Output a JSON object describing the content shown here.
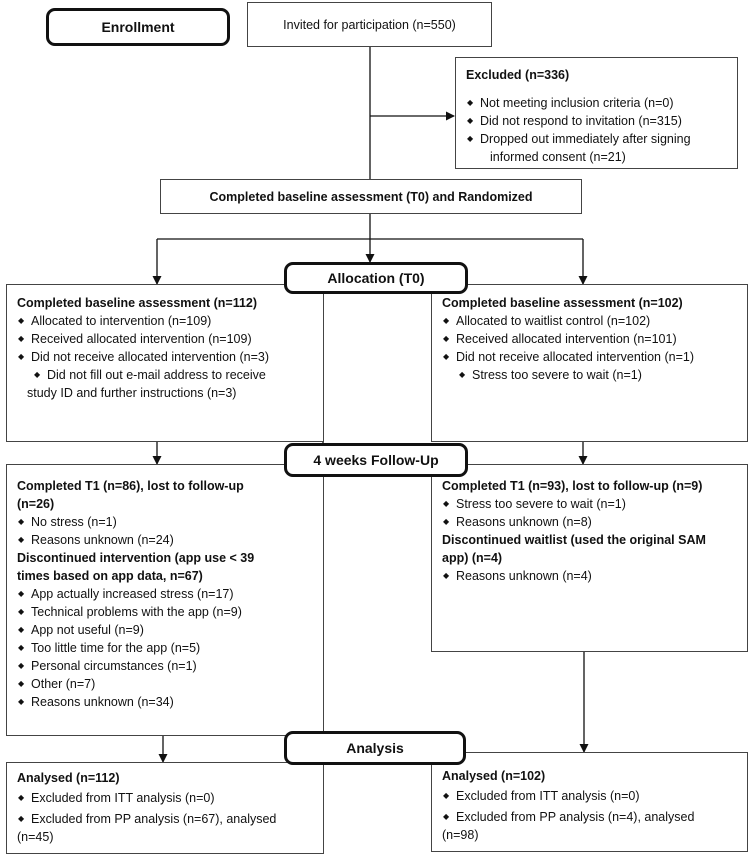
{
  "enrollment": {
    "stage_label": "Enrollment",
    "invited": "Invited for participation (n=550)",
    "excluded": {
      "title": "Excluded  (n=336)",
      "items": [
        "Not meeting inclusion criteria (n=0)",
        "Did not respond to invitation (n=315)",
        "Dropped out immediately after signing",
        "informed consent (n=21)"
      ]
    },
    "baseline": "Completed baseline assessment (T0) and Randomized"
  },
  "allocation": {
    "stage_label": "Allocation (T0)",
    "left": {
      "title": "Completed baseline assessment (n=112)",
      "items": [
        "Allocated to intervention (n=109)",
        "Received allocated intervention (n=109)",
        "Did not receive allocated intervention (n=3)"
      ],
      "sub_items": [
        "Did not fill out e-mail address to receive",
        "study ID and further instructions (n=3)"
      ]
    },
    "right": {
      "title": "Completed baseline assessment (n=102)",
      "items": [
        "Allocated to waitlist control (n=102)",
        "Received allocated intervention (n=101)",
        "Did not receive allocated intervention (n=1)"
      ],
      "sub_items": [
        "Stress too severe to wait (n=1)"
      ]
    }
  },
  "followup": {
    "stage_label": "4 weeks Follow-Up",
    "left": {
      "title_lines": [
        "Completed T1 (n=86), lost to follow-up",
        "(n=26)"
      ],
      "items": [
        "No stress (n=1)",
        "Reasons unknown (n=24)"
      ],
      "discontinued_lines": [
        "Discontinued intervention (app use < 39",
        "times based on app data, n=67)"
      ],
      "discontinued_items": [
        "App actually increased stress (n=17)",
        "Technical problems with the app (n=9)",
        "App not useful (n=9)",
        "Too little time for the app (n=5)",
        "Personal circumstances (n=1)",
        "Other (n=7)",
        "Reasons unknown (n=34)"
      ]
    },
    "right": {
      "title_lines": [
        "Completed T1 (n=93), lost to follow-up (n=9)"
      ],
      "items": [
        "Stress too severe to wait (n=1)",
        "Reasons unknown (n=8)"
      ],
      "discontinued_lines": [
        "Discontinued waitlist (used the original SAM",
        "app) (n=4)"
      ],
      "discontinued_items": [
        "Reasons unknown (n=4)"
      ]
    }
  },
  "analysis": {
    "stage_label": "Analysis",
    "left": {
      "title": "Analysed  (n=112)",
      "items": [
        "Excluded from ITT analysis (n=0)",
        "Excluded from PP analysis (n=67), analysed"
      ],
      "continuation": "(n=45)"
    },
    "right": {
      "title": "Analysed  (n=102)",
      "items": [
        "Excluded from ITT analysis (n=0)",
        "Excluded from PP analysis (n=4), analysed"
      ],
      "continuation": "(n=98)"
    }
  }
}
